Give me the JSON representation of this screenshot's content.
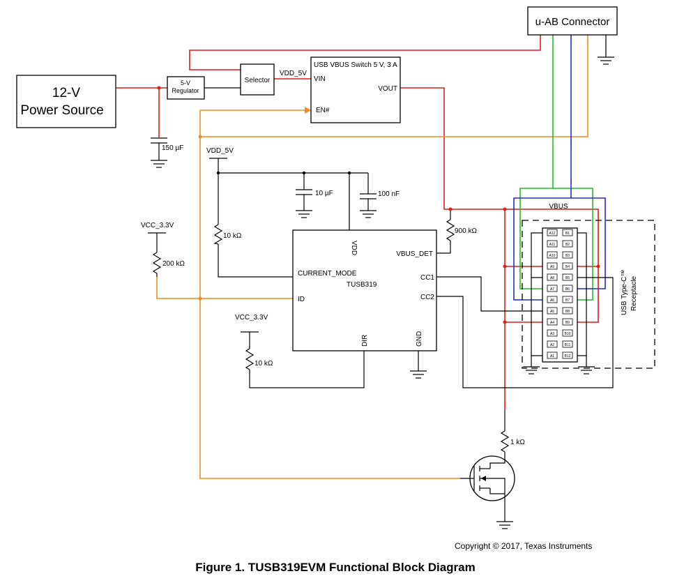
{
  "labels": {
    "power_source_line1": "12-V",
    "power_source_line2": "Power Source",
    "regulator_line1": "5-V",
    "regulator_line2": "Regulator",
    "selector": "Selector",
    "vdd_5v_net": "VDD_5V",
    "vbus_switch_title": "USB VBUS Switch 5 V, 3 A",
    "vin": "VIN",
    "vout": "VOUT",
    "en": "EN#",
    "uab_connector": "u-AB Connector",
    "cap_150": "150 µF",
    "vdd_5v_rail": "VDD_5V",
    "cap_10u": "10  µF",
    "cap_100n": "100 nF",
    "vcc_33_left": "VCC_3.3V",
    "res_200k": "200 kΩ",
    "res_10k_cm": "10 kΩ",
    "vdd_pin": "VDD",
    "vbus_det": "VBUS_DET",
    "res_900k": "900 kΩ",
    "current_mode": "CURRENT_MODE",
    "chip_name": "TUSB319",
    "cc1": "CC1",
    "cc2": "CC2",
    "id_pin": "ID",
    "vcc_33_dir": "VCC_3.3V",
    "res_10k_dir": "10 kΩ",
    "dir_pin": "DIR",
    "gnd_pin": "GND",
    "vbus_net": "VBUS",
    "receptacle_line1": "USB Type-C™",
    "receptacle_line2": "Receptacle",
    "res_1k": "1 kΩ",
    "copyright": "Copyright © 2017, Texas Instruments",
    "caption": "Figure 1. TUSB319EVM Functional Block Diagram"
  },
  "receptacle_pins_a": [
    "A12",
    "A11",
    "A10",
    "A9",
    "A8",
    "A7",
    "A6",
    "A5",
    "A4",
    "A3",
    "A2",
    "A1"
  ],
  "receptacle_pins_b": [
    "B1",
    "B2",
    "B3",
    "B4",
    "B5",
    "B6",
    "B7",
    "B8",
    "B9",
    "B10",
    "B11",
    "B12"
  ],
  "wire_colors": {
    "power": "#e31b1b",
    "id_enable": "#f08c1e",
    "data_plus": "#1fbf2a",
    "data_minus": "#1f2fd6"
  }
}
